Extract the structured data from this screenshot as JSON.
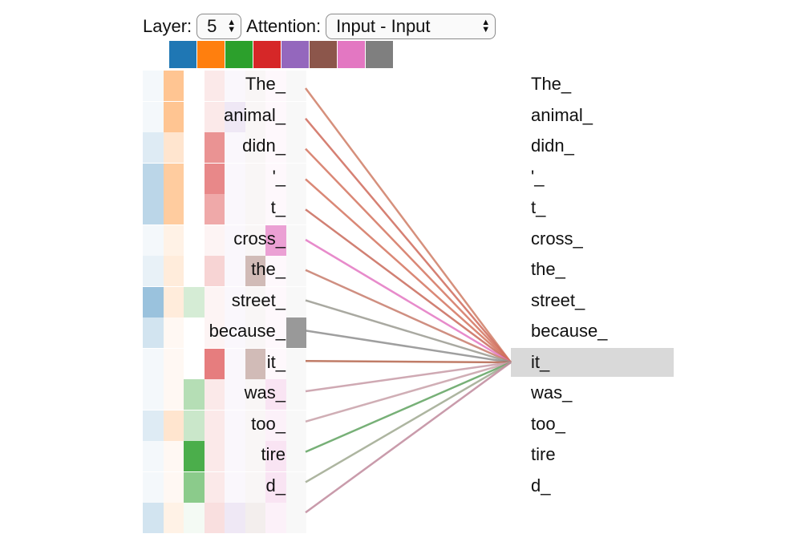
{
  "controls": {
    "layer_label": "Layer:",
    "layer_value": "5",
    "attention_label": "Attention:",
    "attention_value": "Input - Input"
  },
  "heads": {
    "colors": [
      "#1f77b4",
      "#ff7f0e",
      "#2ca02c",
      "#d62728",
      "#9467bd",
      "#8c564b",
      "#e377c2",
      "#7f7f7f"
    ]
  },
  "tokens": [
    "The_",
    "animal_",
    "didn_",
    "'_",
    "t_",
    "cross_",
    "the_",
    "street_",
    "because_",
    "it_",
    "was_",
    "too_",
    "tire",
    "d_"
  ],
  "selected_index": 9,
  "attention": {
    "head_weights": [
      [
        0.05,
        0.45,
        0.0,
        0.1,
        0.05,
        0.05,
        0.05,
        0.05
      ],
      [
        0.05,
        0.45,
        0.0,
        0.1,
        0.15,
        0.05,
        0.05,
        0.05
      ],
      [
        0.15,
        0.2,
        0.0,
        0.5,
        0.05,
        0.05,
        0.05,
        0.05
      ],
      [
        0.3,
        0.4,
        0.0,
        0.55,
        0.05,
        0.05,
        0.05,
        0.05
      ],
      [
        0.3,
        0.4,
        0.0,
        0.4,
        0.05,
        0.05,
        0.05,
        0.05
      ],
      [
        0.05,
        0.1,
        0.0,
        0.05,
        0.05,
        0.05,
        0.7,
        0.05
      ],
      [
        0.1,
        0.15,
        0.0,
        0.2,
        0.05,
        0.4,
        0.05,
        0.05
      ],
      [
        0.45,
        0.15,
        0.2,
        0.05,
        0.05,
        0.05,
        0.05,
        0.05
      ],
      [
        0.2,
        0.05,
        0.0,
        0.05,
        0.05,
        0.05,
        0.05,
        0.8
      ],
      [
        0.05,
        0.05,
        0.0,
        0.6,
        0.05,
        0.4,
        0.05,
        0.05
      ],
      [
        0.05,
        0.05,
        0.35,
        0.1,
        0.05,
        0.05,
        0.2,
        0.05
      ],
      [
        0.15,
        0.2,
        0.25,
        0.1,
        0.05,
        0.05,
        0.1,
        0.05
      ],
      [
        0.05,
        0.05,
        0.85,
        0.1,
        0.05,
        0.05,
        0.2,
        0.05
      ],
      [
        0.05,
        0.05,
        0.55,
        0.1,
        0.05,
        0.05,
        0.2,
        0.05
      ],
      [
        0.2,
        0.1,
        0.05,
        0.15,
        0.15,
        0.1,
        0.1,
        0.05
      ]
    ],
    "line_colors": [
      "#cf7d65",
      "#cf6a5a",
      "#d4735e",
      "#d4735e",
      "#c96a5a",
      "#e377c2",
      "#c77b6b",
      "#9a9a90",
      "#8e8e8e",
      "#b5654c",
      "#c79aa6",
      "#c8a0a8",
      "#5fa25f",
      "#9fa88f",
      "#c08a9c"
    ],
    "line_opacity": [
      0.85,
      0.85,
      0.85,
      0.85,
      0.85,
      0.85,
      0.85,
      0.85,
      0.85,
      0.85,
      0.85,
      0.85,
      0.85,
      0.85,
      0.85
    ]
  }
}
